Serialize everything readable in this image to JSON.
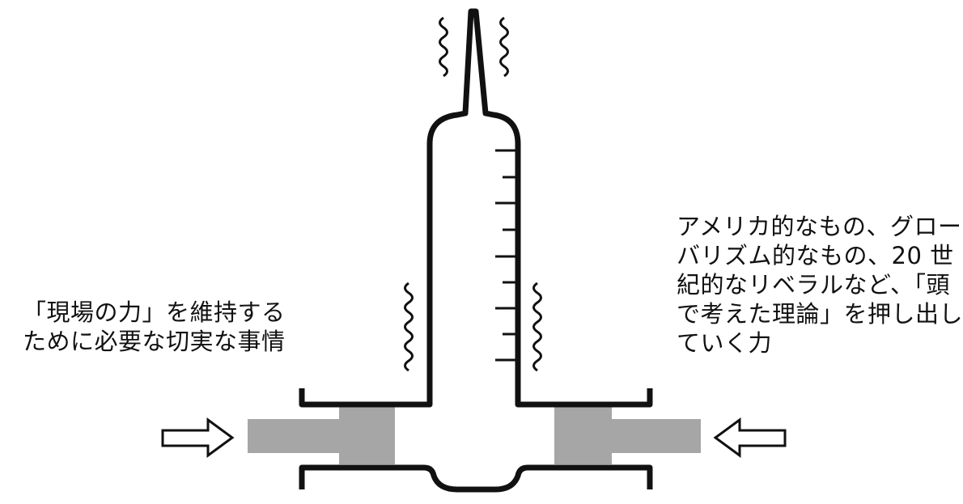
{
  "left_caption": {
    "lines": [
      "「現場の力」を維持する",
      "ために必要な切実な事情"
    ]
  },
  "right_caption": {
    "lines": [
      "アメリカ的なもの、グロー",
      "バリズム的なもの、20 世",
      "紀的なリベラルなど、「頭",
      "で考えた理論」を押し出し",
      "ていく力"
    ]
  },
  "colors": {
    "ink": "#111111",
    "plunger": "#a6a6a6",
    "background": "#ffffff"
  },
  "icons": [
    "arrow-right-icon",
    "arrow-left-icon",
    "heat-wave-icon"
  ]
}
